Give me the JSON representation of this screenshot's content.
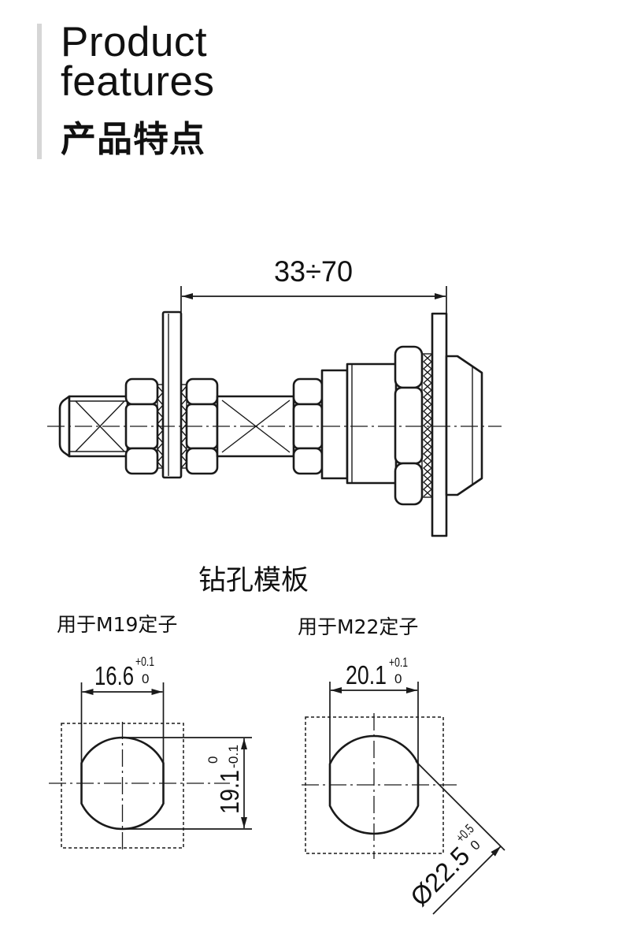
{
  "header": {
    "title_line1": "Product",
    "title_line2": "features",
    "title_cn": "产品特点"
  },
  "assembly": {
    "length_dimension": "33÷70"
  },
  "drill_template": {
    "title": "钻孔模板",
    "m19": {
      "caption": "用于M19定子",
      "width": {
        "value": "16.6",
        "upper_tol": "+0.1",
        "lower_tol": "0"
      },
      "height": {
        "value": "19.1",
        "upper_tol": "0",
        "lower_tol": "-0.1"
      }
    },
    "m22": {
      "caption": "用于M22定子",
      "width": {
        "value": "20.1",
        "upper_tol": "+0.1",
        "lower_tol": "0"
      },
      "diameter": {
        "value": "Ø22.5",
        "upper_tol": "+0.5",
        "lower_tol": "0"
      }
    }
  },
  "colors": {
    "line": "#1a1a1a",
    "accent_bar": "#d6d6d6",
    "text": "#111111"
  }
}
